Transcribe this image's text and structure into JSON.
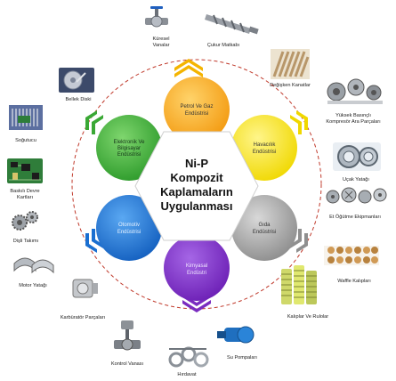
{
  "center": {
    "lines": [
      "Ni-P",
      "Kompozit",
      "Kaplamaların",
      "Uygulanması"
    ]
  },
  "sectors": [
    {
      "id": "petrol",
      "lines": [
        "Petrol Ve Gaz",
        "Endüstrisi"
      ],
      "color": "#f6a11b"
    },
    {
      "id": "havacilik",
      "lines": [
        "Havacılık",
        "Endüstrisi"
      ],
      "color": "#f7e00e"
    },
    {
      "id": "gida",
      "lines": [
        "Gıda",
        "Endüstrisi"
      ],
      "color": "#9c9c9c"
    },
    {
      "id": "kimyasal",
      "lines": [
        "Kimyasal",
        "Endüstri"
      ],
      "color": "#7a2cc0"
    },
    {
      "id": "otomotiv",
      "lines": [
        "Otomotiv",
        "Endüstrisi"
      ],
      "color": "#1a6fd1"
    },
    {
      "id": "elektronik",
      "lines": [
        "Elektronik Ve",
        "Bilgisayar",
        "Endüstrisi"
      ],
      "color": "#3aa835"
    }
  ],
  "items": {
    "kuresel_vanalar": [
      "Küresel",
      "Vanalar"
    ],
    "cukur_matkabi": "Çukur Matkabı",
    "degisken_kanatlar": "Değişken Kanatlar",
    "yuksek_basincli": [
      "Yüksek Basınçlı",
      "Kompresör Ara Parçaları"
    ],
    "ucak_yatagi": "Uçak Yatağı",
    "et_ogutme": "Et Öğütme Ekipmanları",
    "waffle": "Waffle Kalıpları",
    "kaliplar_rulolar": "Kalıplar Ve Rulolar",
    "su_pompalari": "Su Pompaları",
    "hirdavat": "Hırdavat",
    "kontrol_vanasi": "Kontrol Vanası",
    "karburator": "Karbüratör Parçaları",
    "motor_yatagi": "Motor Yatağı",
    "disli_takimi": "Dişli Takımı",
    "baskili_devre": [
      "Baskılı Devre",
      "Kartları"
    ],
    "sogutucu": "Soğutucu",
    "bellek_diski": "Bellek Diski"
  }
}
